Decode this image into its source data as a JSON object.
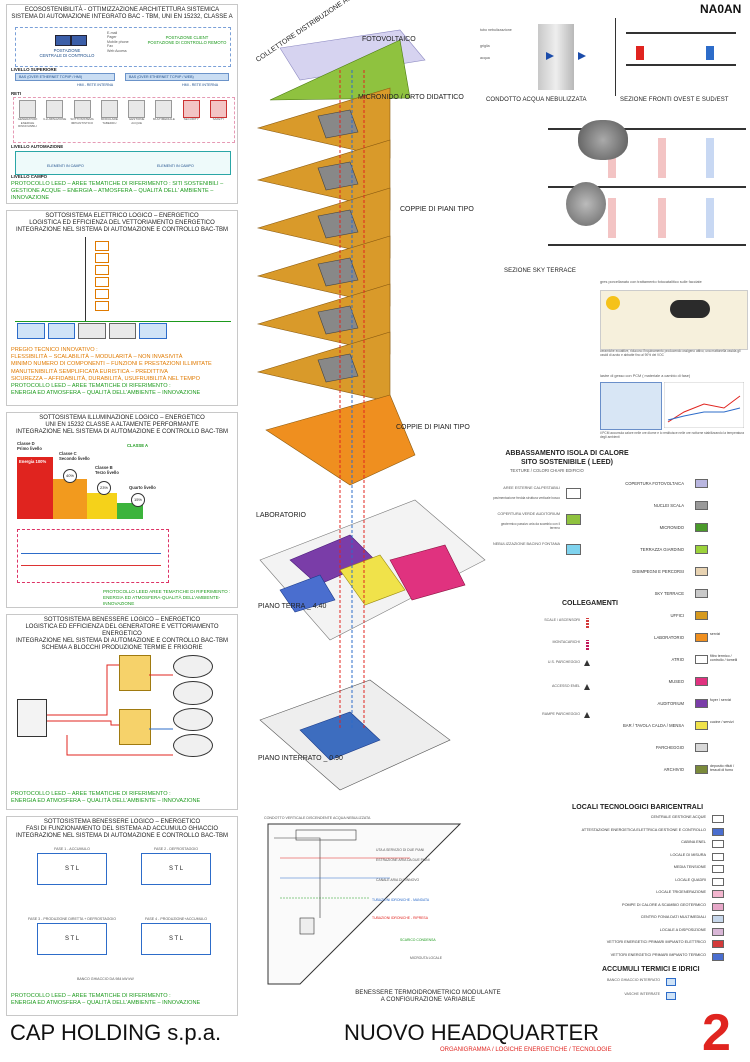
{
  "brand": "NA0AN",
  "footer": {
    "company": "CAP HOLDING s.p.a.",
    "project": "NUOVO HEADQUARTER",
    "subtitle": "ORGANIGRAMMA  /  LOGICHE ENERGETICHE  /  TECNOLOGIE",
    "sheet_number": "2"
  },
  "panel1": {
    "title": "ECOSOSTENIBILITÀ - OTTIMIZZAZIONE ARCHITETTURA SISTEMICA\nSISTEMA DI AUTOMAZIONE INTEGRATO BAC - TBM, UNI EN 15232, CLASSE A",
    "station_left": "POSTAZIONE\nCENTRALE DI CONTROLLO",
    "station_right": "POSTAZIONE CLIENT\nPOSTAZIONE DI CONTROLLO REMOTO",
    "devices": [
      "E-mail",
      "Pager",
      "Mobile phone",
      "Fax",
      "Web Access"
    ],
    "level_top": "LIVELLO SUPERIORE",
    "bus_top_left": "BAS (OVER ETHERNET TCP/IP / HMI)",
    "bus_top_right": "BAS (OVER ETHERNET TCP/IP / WEB)",
    "bus_sub_left": "HMI - RETE INTERNA",
    "bus_sub_right": "HMI - RETE INTERNA",
    "nets": "RETI",
    "subsystems": [
      "GENERATORI ENERGIE RINNOVABILI",
      "ILLUMINAZIONE",
      "SOTTOSISTEMA IMPIANTISTICO",
      "MODULARE TABEDDU",
      "GESTIONE ACQUE",
      "MULTIMEDIALE",
      "SECURITY",
      "SAFETY"
    ],
    "level_auto": "LIVELLO AUTOMAZIONE",
    "field_left": "ELEMENTI IN CAMPO",
    "field_right": "ELEMENTI IN CAMPO",
    "level_field": "LIVELLO CAMPO",
    "protocol": "PROTOCOLLO LEED – AREE TEMATICHE DI RIFERIMENTO :  SITI SOSTENIBILI – GESTIONE ACQUE – ENERGIA – ATMOSFERA – QUALITÀ  DELL' AMBIENTE – INNOVAZIONE"
  },
  "panel2": {
    "title": "SOTTOSISTEMA ELETTRICO  LOGICO – ENERGETICO\nLOGISTICA ED EFFICIENZA DEL VETTORIAMENTO ENERGETICO\nINTEGRAZIONE NEL SISTEMA DI AUTOMAZIONE E CONTROLLO BAC-TBM",
    "lines": [
      "PREGIO TECNICO INNOVATIVO :",
      "FLESSIBILITÀ – SCALABILITÀ – MODULARITÀ – NON INVASIVITÀ",
      "MINIMO NUMERO DI COMPONENTI – FUNZIONI E PRESTAZIONI ILLIMITATE",
      "MANUTENIBILITÀ SEMPLIFICATA EURISTICA – PREDITTIVA",
      "SICUREZZA – AFFIDABILITÀ, DURABILITÀ, USUFRUIBILITÀ NEL TEMPO",
      "PROTOCOLLO LEED – AREE TEMATICHE DI RIFERIMENTO :",
      "ENERGIA ED ATMOSFERA – QUALITÀ DELL'AMBIENTE – INNOVAZIONE"
    ]
  },
  "panel3": {
    "title": "SOTTOSISTEMA ILLUMINAZIONE  LOGICO – ENERGETICO\nUNI EN 15232 CLASSE A ALTAMENTE PERFORMANTE\nINTEGRAZIONE NEL SISTEMA DI AUTOMAZIONE E CONTROLLO BAC-TBM",
    "class_d": "Classe D\nPrimo livello",
    "energy": "Energia 100%",
    "class_c": "Classe C\nSecondo livello",
    "class_b": "Classe B\nTerzo livello",
    "class_a": "CLASSE A",
    "quarto": "Quarto livello",
    "pct1": "40%",
    "pct2": "23%",
    "pct3": "15%",
    "lines": [
      "PROTOCOLLO LEED AREE TEMATICHE DI RIFERIMENTO :",
      "ENERGIA ED ATMOSFERA-QUALITÀ DELL'AMBIENTE-INNOVAZIONE"
    ]
  },
  "panel4": {
    "title": "SOTTOSISTEMA BENESSERE  LOGICO – ENERGETICO\nLOGISTICA ED EFFICIENZA DEL GENERATORE E  VETTORIAMENTO ENERGETICO\nINTEGRAZIONE NEL SISTEMA DI AUTOMAZIONE E CONTROLLO BAC-TBM\nSCHEMA A BLOCCHI PRODUZIONE  TERMIE E FRIGORIE",
    "lines": [
      "PROTOCOLLO LEED – AREE TEMATICHE DI RIFERIMENTO :",
      "ENERGIA ED ATMOSFERA – QUALITÀ DELL'AMBIENTE – INNOVAZIONE"
    ]
  },
  "panel5": {
    "title": "SOTTOSISTEMA BENESSERE  LOGICO – ENERGETICO\nFASI DI FUNZIONAMENTO DEL SISTEMA AD ACCUMULO GHIACCIO\nINTEGRAZIONE NEL SISTEMA DI AUTOMAZIONE E CONTROLLO BAC-TBM",
    "phases": [
      "FASE 1 - ACCUMULO",
      "FASE 2 - DEFROSTAGGIO",
      "FASE 3 - PRODUZIONE DIRETTA + DEFROSTAGGIO",
      "FASE 4 - PRODUZIONE+ACCUMULO"
    ],
    "stl": "S T L",
    "banco": "BANCO GHIACCIO  DA  984 kW kW",
    "lines": [
      "PROTOCOLLO LEED – AREE TEMATICHE DI RIFERIMENTO :",
      "ENERGIA ED ATMOSFERA – QUALITÀ DELL'AMBIENTE – INNOVAZIONE"
    ]
  },
  "center": {
    "collettore": "COLLETTORE DISTRIBUZIONE ACQUA",
    "fotovoltaico": "FOTOVOLTAICO",
    "micronido": "MICRONIDO / ORTO DIDATTICO",
    "coppie1": "COPPIE DI PIANI TIPO",
    "coppie2": "COPPIE DI PIANI TIPO",
    "laboratorio": "LABORATORIO",
    "piano_terra": "PIANO TERRA _ 4.40",
    "piano_interrato": "PIANO INTERRATO _ 0.90"
  },
  "right_top": {
    "condotto": "CONDOTTO ACQUA NEBULIZZATA",
    "sezione_fronti": "SEZIONE FRONTI OVEST E SUD/EST",
    "sky": "SEZIONE SKY TERRACE",
    "tubo": "tubo nebulizzazione",
    "griglia": "griglia",
    "acqua": "acqua",
    "gres": "gres porcellanato con trattamento fotocatalitico sulle facciate",
    "gres_note": "ceramiche ecoattive, riducono l'inquinamento producendo ossigeno attivo; una mattonella ossida gli ossidi di azoto e abbatte fino al 90% dei VOC",
    "pcm": "lastre di gesso con PCM  ( materiale a cambio di fase)",
    "pcm_note": "il PCM accumula calore nelle ore diurne e lo restituisce nelle ore notturne stabilizzando la temperatura degli ambienti"
  },
  "legend": {
    "title": "ABBASSAMENTO ISOLA DI CALORE\nSITO SOSTENIBILE  ( LEED)",
    "subtitle": "TEXTURE / COLORI CHIARI EDIFICIO",
    "left_items": [
      {
        "label": "AREE ESTERNE CALPESTABILI",
        "note": "pavimentazione fredda struttura verticale bosco",
        "color": "#ffffff"
      },
      {
        "label": "COPERTURA VERDE AUDITORIUM",
        "note": "geotermico passivo aria da scambio con il terreno",
        "color": "#8fc23f"
      },
      {
        "label": "NEBULIZZAZIONE BACINO FONTANA",
        "note": "",
        "color": "#7fd3ee"
      }
    ],
    "items": [
      {
        "label": "COPERTURA FOTOVOLTAICA",
        "color": "#b9b6e0",
        "note": ""
      },
      {
        "label": "NUCLEI SCALA",
        "color": "#9a9a9a",
        "note": ""
      },
      {
        "label": "MICRONIDO",
        "color": "#4a9a2a",
        "note": ""
      },
      {
        "label": "TERRAZZA GIARDINO",
        "color": "#9bd23a",
        "note": ""
      },
      {
        "label": "DISIMPEGNI E PERCORSI",
        "color": "#e8d3b2",
        "note": ""
      },
      {
        "label": "SKY TERRACE",
        "color": "#c9c9c9",
        "note": ""
      },
      {
        "label": "UFFICI",
        "color": "#d79a1e",
        "note": ""
      },
      {
        "label": "LABORATORIO",
        "color": "#ef8f1f",
        "note": "servizi"
      },
      {
        "label": "ATRIO",
        "color": "#ffffff",
        "note": "filtro termico / controllo / tornelli"
      },
      {
        "label": "MUSEO",
        "color": "#e0327f",
        "note": ""
      },
      {
        "label": "AUDITORIUM",
        "color": "#7a3da8",
        "note": "foyer / servizi"
      },
      {
        "label": "BAR / TAVOLA CALDA / MENSA",
        "color": "#f0e24a",
        "note": "cucine / servizi"
      },
      {
        "label": "PARCHEGGIO",
        "color": "#d8d8d8",
        "note": ""
      },
      {
        "label": "ARCHIVIO",
        "color": "#7a8a3a",
        "note": "deposito rifiuti / tessuti di fumo"
      }
    ]
  },
  "collegamenti": {
    "title": "COLLEGAMENTI",
    "items": [
      {
        "label": "SCALE / ASCENSORI",
        "color": "#d33a3a"
      },
      {
        "label": "MONTACARICHI",
        "color": "#c2185b"
      },
      {
        "label": "U.S. PARCHEGGIO",
        "color": "#333333"
      },
      {
        "label": "ACCESSO ENEL",
        "color": "#333333"
      },
      {
        "label": "RAMPE PARCHEGGIO",
        "color": "#333333"
      }
    ]
  },
  "locali": {
    "title": "LOCALI TECNOLOGICI BARICENTRALI",
    "items": [
      {
        "label": "CENTRALE GESTIONE ACQUE",
        "color": "#ffffff"
      },
      {
        "label": "ATTESTAZIONE ENERGETICA ELETTRICA GESTIONE E CONTROLLO",
        "color": "#4a6ecf"
      },
      {
        "label": "cabina enel",
        "color": "#ffffff"
      },
      {
        "label": "locale di misura",
        "color": "#ffffff"
      },
      {
        "label": "media tensione",
        "color": "#ffffff"
      },
      {
        "label": "locale quadri",
        "color": "#ffffff"
      },
      {
        "label": "LOCALE TRIGENERAZIONE",
        "color": "#f3b6cf"
      },
      {
        "label": "POMPE DI CALORE A SCAMBIO GEOTERMICO",
        "color": "#e6a7c8"
      },
      {
        "label": "CENTRO FONIA DATI MULTIMEDIALI",
        "color": "#c6d6ea"
      },
      {
        "label": "LOCALE A DISPOSIZIONE",
        "color": "#d8b6d6"
      },
      {
        "label": "VETTORI ENERGETICI PRIMARI IMPIANTO ELETTRICO",
        "color": "#d33a3a"
      },
      {
        "label": "VETTORI ENERGETICI PRIMARI IMPIANTO TERMICO",
        "color": "#4a6ecf"
      }
    ]
  },
  "accumuli": {
    "title": "ACCUMULI TERMICI E IDRICI",
    "items": [
      "BANCO GHIACCIO INTERRATO",
      "VASCHE INTERRATE"
    ]
  },
  "plan": {
    "top_label": "CONDOTTO VERTICALE DISCENDENTE ACQUA NEBULIZZATA",
    "uta": "UTA A SERVIZIO DI DUE PIANI",
    "estr": "ESTRAZIONE ARIA DA DUE PIANI",
    "canale": "CANALE ARIA DI RINNOVO",
    "tub1": "TUBAZIONI IDRONICHE - MANDATA",
    "tub2": "TUBAZIONI IDRONICHE - RIPRESA",
    "scarico": "SCARICO CONDENSA",
    "microuta": "MICROUTA LOCALE",
    "caption": "BENESSERE TERMOIDROMETRICO MODULANTE\nA CONFIGURAZIONE VARIABILE"
  }
}
